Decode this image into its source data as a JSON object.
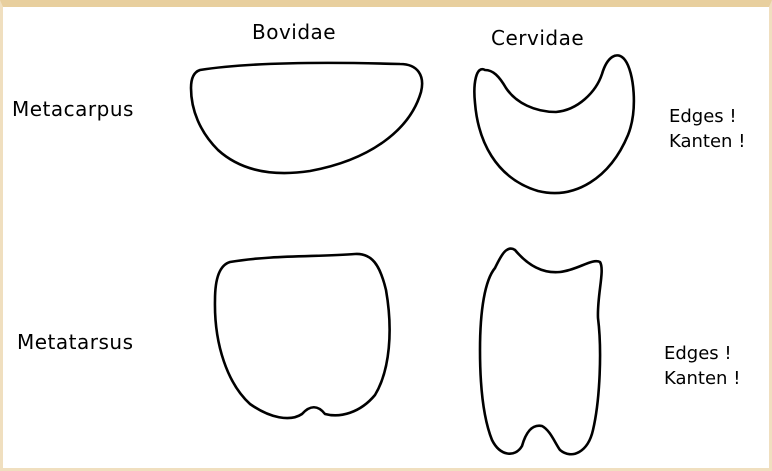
{
  "columns": {
    "left": "Bovidae",
    "right": "Cervidae"
  },
  "rows": {
    "top": "Metacarpus",
    "bottom": "Metatarsus"
  },
  "notes": {
    "top": {
      "line1": "Edges !",
      "line2": "Kanten !"
    },
    "bottom": {
      "line1": "Edges !",
      "line2": "Kanten !"
    }
  },
  "colors": {
    "outline": "#000000",
    "background": "#ffffff",
    "border": "#e8cf9e"
  }
}
